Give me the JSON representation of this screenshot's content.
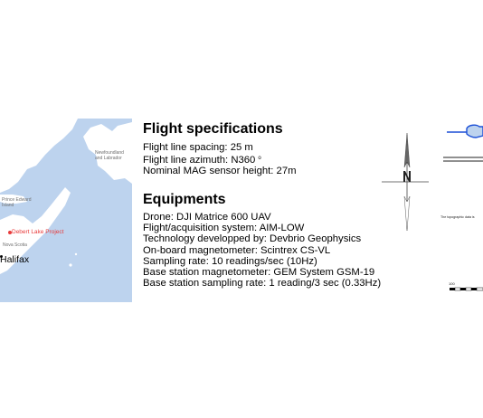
{
  "map": {
    "label_newfoundland": "Newfoundland\nand Labrador",
    "label_pei": "Prince Edward\nIsland",
    "label_nova_scotia": "Nova Scotia",
    "label_project": "Debert Lake Project",
    "label_city": "Halifax",
    "colors": {
      "water": "#bdd3ee",
      "land": "#ffffff",
      "project_marker": "#e83a3a"
    }
  },
  "flight_specifications": {
    "heading": "Flight specifications",
    "line_spacing": "Flight line spacing: 25 m",
    "line_azimuth": "Flight line azimuth: N360",
    "azimuth_degree": "o",
    "sensor_height": "Nominal MAG sensor height: 27m"
  },
  "equipments": {
    "heading": "Equipments",
    "items": [
      "Drone: DJI Matrice 600 UAV",
      "Flight/acquisition system: AIM-LOW",
      "Technology developped by: Devbrio Geophysics",
      "On-board magnetometer: Scintrex CS-VL",
      "Sampling rate: 10 readings/sec (10Hz)",
      "Base station magnetometer: GEM System GSM-19",
      "Base station sampling rate: 1 reading/3 sec (0.33Hz)"
    ]
  },
  "legend": {
    "topo_note": "The topographic data is",
    "scale_label": "100",
    "colors": {
      "lake": "#1b4fd6",
      "lake_fill": "#bdd3ee"
    }
  }
}
